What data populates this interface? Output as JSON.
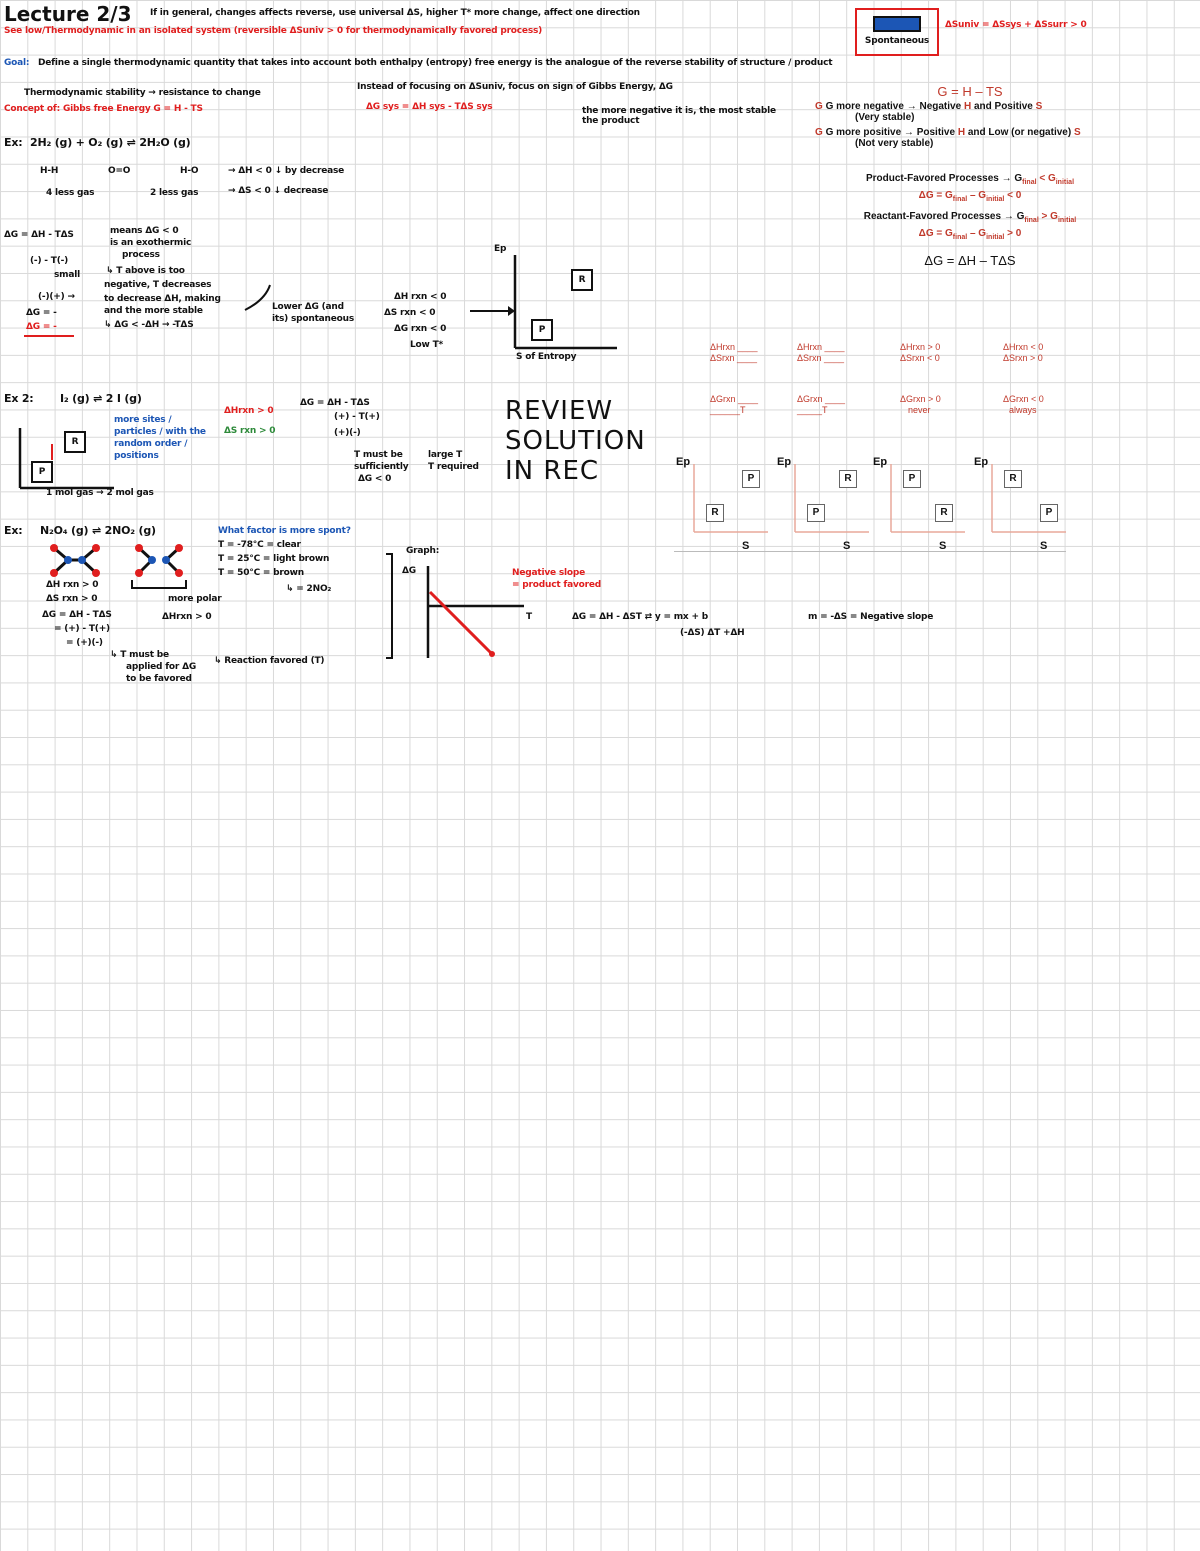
{
  "header": {
    "title": "Lecture 2/3",
    "line1": "If in general, changes affects reverse, use universal ΔS, higher T* more change, affect one direction",
    "line2": "See low/Thermodynamic in an isolated system (reversible ΔSuniv > 0 for thermodynamically favored process)",
    "boxed_word": "Spontaneous",
    "equation": "ΔSuniv = ΔSsys + ΔSsurr > 0"
  },
  "goal": {
    "label": "Goal:",
    "text": "Define a single thermodynamic quantity that takes into account both enthalpy (entropy) free energy is the analogue of the reverse stability of structure / product",
    "sub1": "Thermodynamic stability → resistance to change",
    "sub2": "Concept of: Gibbs free Energy  G = H - TS",
    "sub3": "Instead of focusing on ΔSuniv, focus on sign of Gibbs Energy, ΔG",
    "sub4": "ΔG sys = ΔH sys - TΔS sys",
    "sub5": "the more negative it is, the most stable the product"
  },
  "ex1": {
    "label": "Ex:",
    "reaction": "2H₂ (g) + O₂ (g) ⇌ 2H₂O (g)",
    "row1a": "H-H",
    "row1b": "O=O",
    "row1c": "H-O",
    "row1d": "→ ΔH < 0 ↓ by decrease",
    "row2a": "4 less gas",
    "row2b": "2 less gas",
    "row2c": "→ ΔS < 0 ↓ decrease",
    "eq": "ΔG = ΔH - TΔS",
    "sign1": "(-) - T(-)",
    "small": "small",
    "neg": "(-)(+) → ",
    "dgneg": "ΔG = -",
    "dgneg2": "ΔG = -",
    "note1": "means ΔG < 0",
    "note2": "is an exothermic",
    "note3": "process",
    "note4": "↳ T above is too",
    "note5": "negative, T decreases",
    "note6": "to decrease ΔH, making",
    "note7": "and the more stable",
    "note8": "↳ ΔG < -ΔH → -TΔS",
    "arrow_note1": "Lower ΔG (and",
    "arrow_note2": "its) spontaneous",
    "summary1": "ΔH rxn < 0",
    "summary2": "ΔS rxn < 0",
    "summary3": "ΔG rxn < 0",
    "summary4": "Low T*",
    "graph_axis_y": "Ep",
    "graph_axis_x": "S of Entropy",
    "graph_r": "R",
    "graph_p": "P"
  },
  "ex2": {
    "label": "Ex 2:",
    "reaction": "I₂ (g) ⇌ 2 I (g)",
    "graph_r": "R",
    "graph_p": "P",
    "axis_note": "1 mol gas → 2 mol gas",
    "blue_note": "more sites / particles / with the random order / positions",
    "red_eq": "ΔHrxn > 0",
    "green_eq": "ΔS rxn > 0",
    "eq": "ΔG = ΔH - TΔS",
    "sign": "(+) - T(+)",
    "sign2": "(+)(-)",
    "note1": "T must be",
    "note2": "sufficiently",
    "note3": "ΔG < 0",
    "note4": "large T",
    "note5": "T required",
    "review": "REVIEW SOLUTION IN REC"
  },
  "ex3": {
    "label": "Ex:",
    "reaction": "N₂O₄ (g) ⇌ 2NO₂ (g)",
    "blue_q": "What factor is more spont?",
    "t1": "T = -78°C = clear",
    "t2": "T = 25°C = light brown",
    "t3": "T = 50°C = brown",
    "t4": "↳ = 2NO₂",
    "left1": "ΔH rxn > 0",
    "left2": "ΔS rxn > 0",
    "left3": "ΔG = ΔH - TΔS",
    "left4": "= (+) - T(+)",
    "left5": "= (+)(-)",
    "bracket_note": "more polar",
    "bracket_note2": "ΔHrxn > 0",
    "bottom1": "↳ T must be",
    "bottom2": "applied for ΔG",
    "bottom3": "to be favored",
    "bottom4": "↳ Reaction favored (T)",
    "graph_title": "Graph:",
    "graph_y": "ΔG",
    "graph_x": "T",
    "red_note1": "Negative slope",
    "red_note2": "= product favored",
    "eq_right": "ΔG = ΔH - ΔST  ⇄  y = mx + b",
    "eq_right2": "(-ΔS)   ΔT   +ΔH",
    "slope_note": "m = -ΔS = Negative slope"
  },
  "reference": {
    "g_eq": "G = H – TS",
    "neg_line_a": "G more negative → Negative ",
    "neg_h": "H",
    "neg_line_b": " and Positive ",
    "neg_s": "S",
    "neg_sub": "(Very stable)",
    "pos_line_a": "G more positive → Positive ",
    "pos_h": "H",
    "pos_line_b": " and Low (or negative) ",
    "pos_s": "S",
    "pos_sub": "(Not very stable)",
    "prod_title": "Product-Favored Processes → G",
    "prod_final": "final",
    "prod_lt": " < G",
    "prod_initial": "initial",
    "prod_eq": "ΔG = G",
    "prod_eq_tail": " < 0",
    "react_title": "Reactant-Favored Processes → G",
    "react_gt": " > G",
    "react_eq_tail": " > 0",
    "minus": " – G",
    "main_eq": "ΔG = ΔH –  TΔS",
    "cases": [
      {
        "dh": "ΔHrxn ____",
        "ds": "ΔSrxn ____",
        "dg": "ΔGrxn ____",
        "t": "______T",
        "ep": "Ep",
        "top": "P",
        "bottom": "R",
        "s": "S"
      },
      {
        "dh": "ΔHrxn ____",
        "ds": "ΔSrxn ____",
        "dg": "ΔGrxn ____",
        "t": "_____T",
        "ep": "Ep",
        "top": "R",
        "bottom": "P",
        "s": "S"
      },
      {
        "dh": "ΔHrxn > 0",
        "ds": "ΔSrxn < 0",
        "dg": "ΔGrxn > 0",
        "t": "never",
        "ep": "Ep",
        "top": "P",
        "bottom": "R",
        "s": "S"
      },
      {
        "dh": "ΔHrxn < 0",
        "ds": "ΔSrxn > 0",
        "dg": "ΔGrxn < 0",
        "t": "always",
        "ep": "Ep",
        "top": "R",
        "bottom": "P",
        "s": "S"
      }
    ]
  },
  "colors": {
    "red": "#e01e1e",
    "blue": "#1c56b5",
    "green": "#2d8a3a",
    "ref_red": "#c0392b",
    "grid": "#d9d9d9"
  }
}
